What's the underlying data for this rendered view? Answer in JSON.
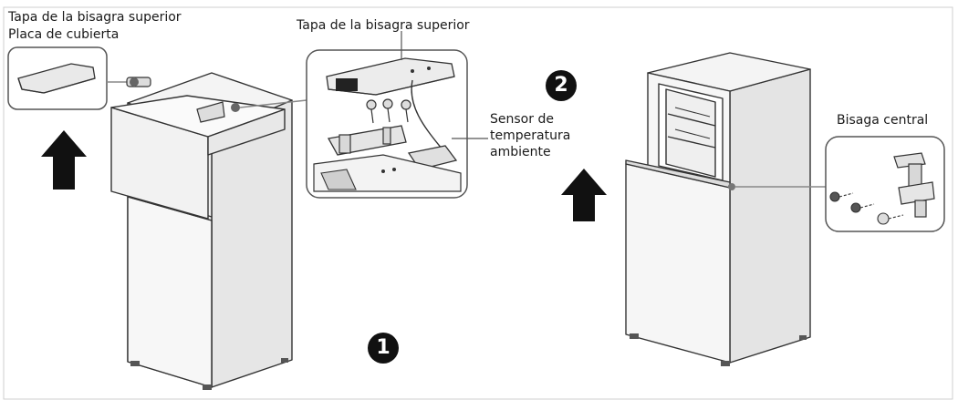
{
  "labels": {
    "top_left_line1": "Tapa de la bisagra superior",
    "top_left_line2": "Placa de cubierta",
    "callout_top": "Tapa de la bisagra superior",
    "sensor_line1": "Sensor de",
    "sensor_line2": "temperatura",
    "sensor_line3": "ambiente",
    "center_hinge": "Bisaga central"
  },
  "steps": {
    "step1": "1",
    "step2": "2"
  }
}
